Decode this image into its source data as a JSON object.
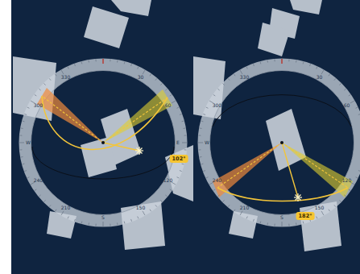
{
  "diagram": {
    "labels": [
      "30",
      "60",
      "E",
      "120",
      "150",
      "S",
      "210",
      "240",
      "W",
      "300",
      "330",
      "102°",
      "30",
      "60",
      "120",
      "150",
      "S",
      "210",
      "240",
      "W",
      "300",
      "330",
      "182°"
    ]
  }
}
